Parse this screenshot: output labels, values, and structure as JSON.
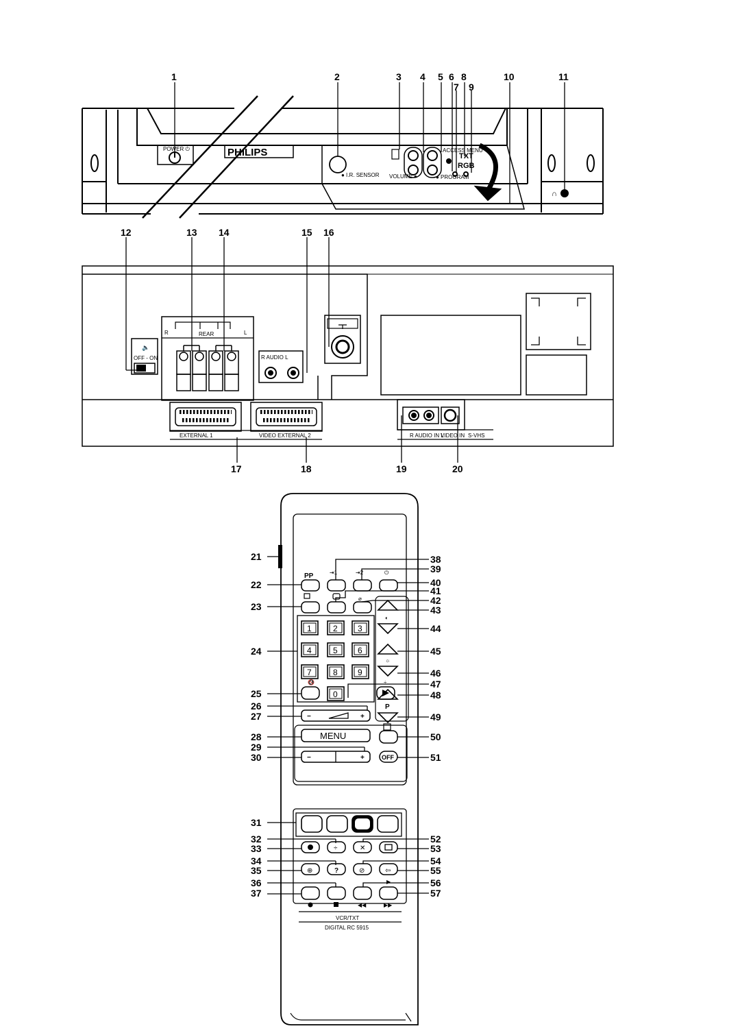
{
  "front_panel": {
    "brand": "PHILIPS",
    "power_label": "POWER ⏻",
    "ir_sensor_label": "● I.R. SENSOR",
    "volume_label": "VOLUME ●",
    "program_label": "● PROGRAM",
    "access_menu_label": "ACCESS MENU",
    "txt_label": "TXT",
    "rgb_label": "RGB"
  },
  "rear_panel": {
    "speaker_r": "R",
    "speaker_rear": "REAR",
    "speaker_l": "L",
    "switch_label": "OFF - ON",
    "audio_label": "R AUDIO L",
    "ext1_label": "EXTERNAL 1",
    "ext2_label": "VIDEO EXTERNAL 2",
    "front_in_audio": "R  AUDIO IN  L",
    "front_in_video": "VIDEO IN",
    "svhs_label": "S-VHS"
  },
  "remote": {
    "pp_label": "PP",
    "ext1_label": "⇥1",
    "ext2_label": "⇥2",
    "keys": [
      "1",
      "2",
      "3",
      "4",
      "5",
      "6",
      "7",
      "8",
      "9",
      "0"
    ],
    "menu_label": "MENU",
    "minus": "−",
    "plus": "+",
    "off_label": "OFF",
    "p_label": "P",
    "model_line1": "VCR/TXT",
    "model_line2": "DIGITAL RC 5915"
  },
  "callouts": {
    "c1": "1",
    "c2": "2",
    "c3": "3",
    "c4": "4",
    "c5": "5",
    "c6": "6",
    "c7": "7",
    "c8": "8",
    "c9": "9",
    "c10": "10",
    "c11": "11",
    "c12": "12",
    "c13": "13",
    "c14": "14",
    "c15": "15",
    "c16": "16",
    "c17": "17",
    "c18": "18",
    "c19": "19",
    "c20": "20",
    "c21": "21",
    "c22": "22",
    "c23": "23",
    "c24": "24",
    "c25": "25",
    "c26": "26",
    "c27": "27",
    "c28": "28",
    "c29": "29",
    "c30": "30",
    "c31": "31",
    "c32": "32",
    "c33": "33",
    "c34": "34",
    "c35": "35",
    "c36": "36",
    "c37": "37",
    "c38": "38",
    "c39": "39",
    "c40": "40",
    "c41": "41",
    "c42": "42",
    "c43": "43",
    "c44": "44",
    "c45": "45",
    "c46": "46",
    "c47": "47",
    "c48": "48",
    "c49": "49",
    "c50": "50",
    "c51": "51",
    "c52": "52",
    "c53": "53",
    "c54": "54",
    "c55": "55",
    "c56": "56",
    "c57": "57"
  }
}
